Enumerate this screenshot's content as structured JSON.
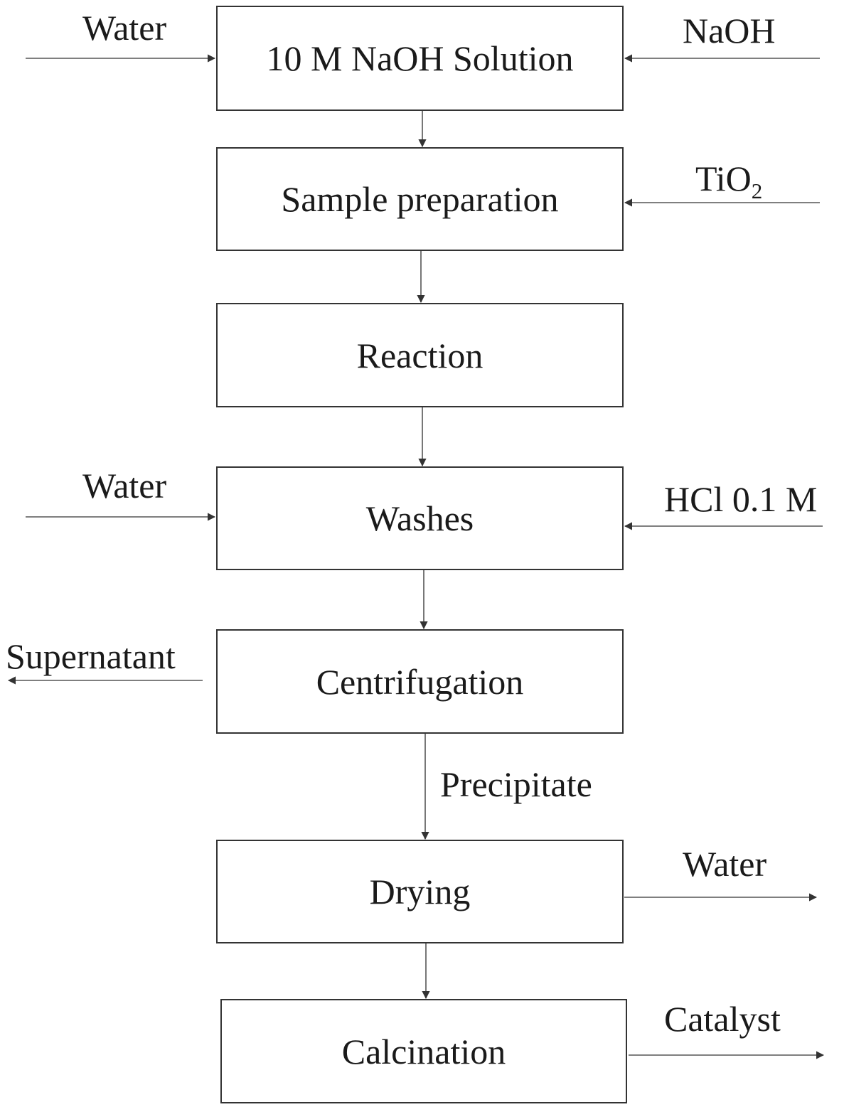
{
  "steps": {
    "naoh_solution": "10 M NaOH Solution",
    "sample_preparation": "Sample preparation",
    "reaction": "Reaction",
    "washes": "Washes",
    "centrifugation": "Centrifugation",
    "drying": "Drying",
    "calcination": "Calcination"
  },
  "flows": {
    "water_in_1": "Water",
    "naoh_in": "NaOH",
    "tio2_base": "TiO",
    "tio2_sub": "2",
    "water_in_2": "Water",
    "hcl_in": "HCl 0.1 M",
    "supernatant_out": "Supernatant",
    "precipitate": "Precipitate",
    "water_out": "Water",
    "catalyst_out": "Catalyst"
  }
}
